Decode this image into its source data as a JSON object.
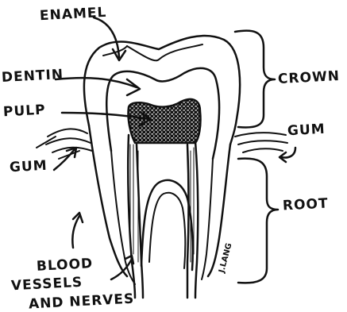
{
  "labels": {
    "enamel": "ENAMEL",
    "dentin": "DENTIN",
    "pulp": "PULP",
    "gum_left": "GUM",
    "gum_right": "GUM",
    "crown": "CROWN",
    "root": "ROOT",
    "blood_line1": "BLOOD",
    "blood_line2": "VESSELS",
    "blood_line3": "AND NERVES"
  },
  "signature": "J.LANG",
  "colors": {
    "ink": "#111111",
    "background": "#ffffff"
  }
}
